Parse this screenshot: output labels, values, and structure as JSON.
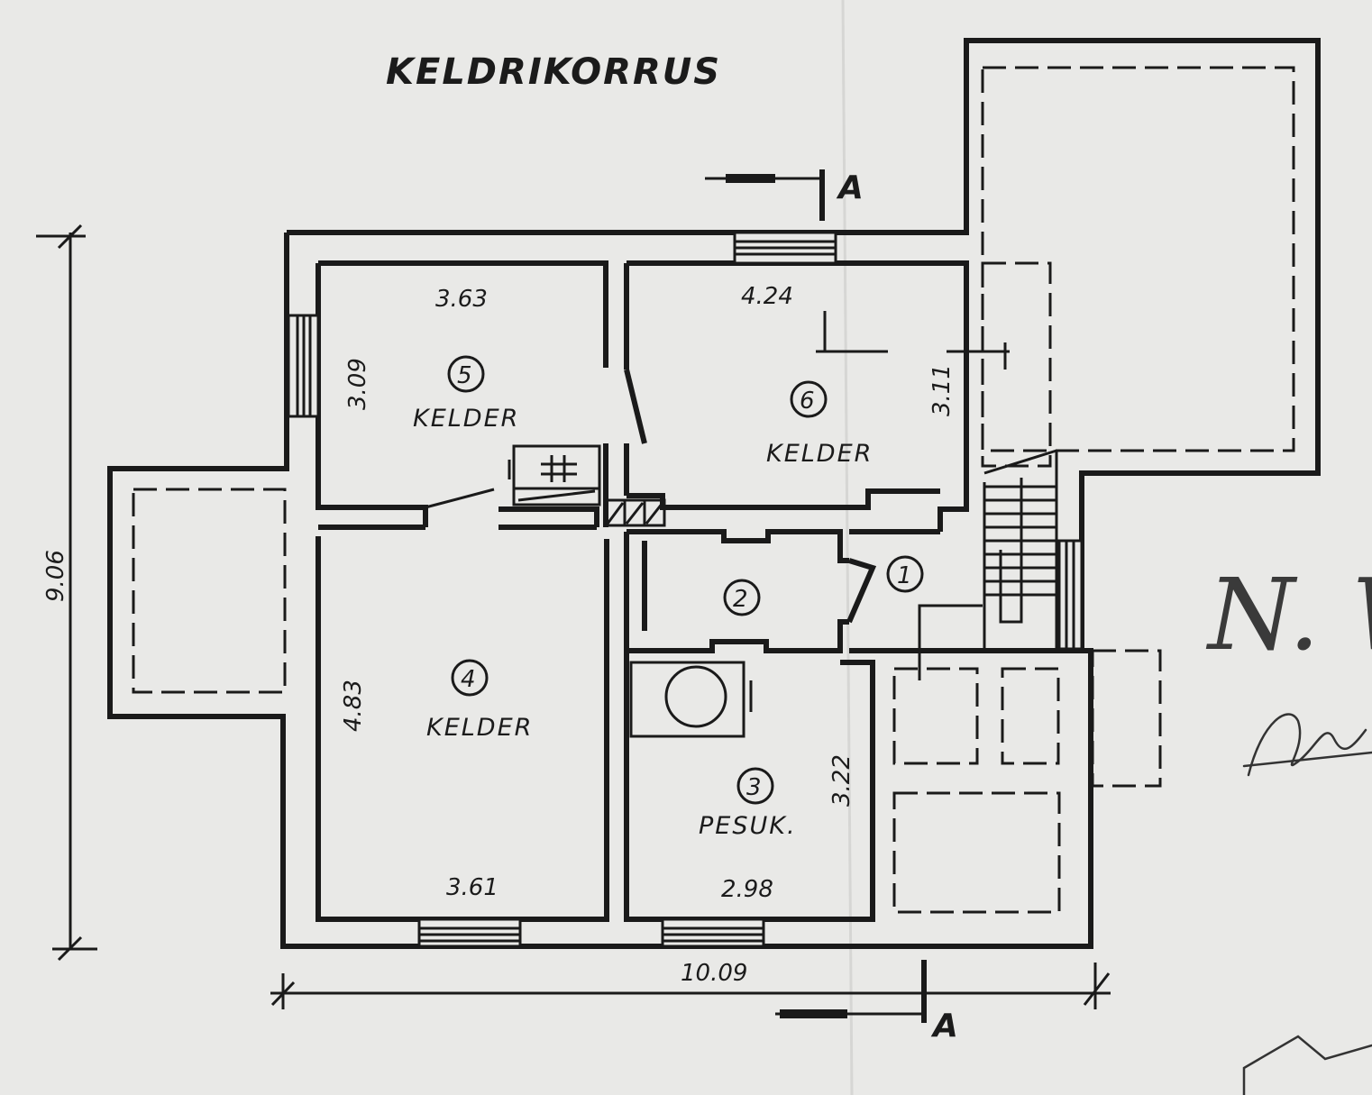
{
  "title": "KELDRIKORRUS",
  "section_label": "A",
  "rooms": [
    {
      "number": "1",
      "name": ""
    },
    {
      "number": "2",
      "name": ""
    },
    {
      "number": "3",
      "name": "PESUK."
    },
    {
      "number": "4",
      "name": "KELDER"
    },
    {
      "number": "5",
      "name": "KELDER"
    },
    {
      "number": "6",
      "name": "KELDER"
    }
  ],
  "dimensions": {
    "overall_height": "9.06",
    "overall_width": "10.09",
    "room5_width": "3.63",
    "room5_depth": "3.09",
    "room6_width": "4.24",
    "room6_depth": "3.11",
    "room4_depth": "4.83",
    "room4_width": "3.61",
    "room3_depth": "3.22",
    "room3_width": "2.98"
  },
  "handwriting": "N. W"
}
